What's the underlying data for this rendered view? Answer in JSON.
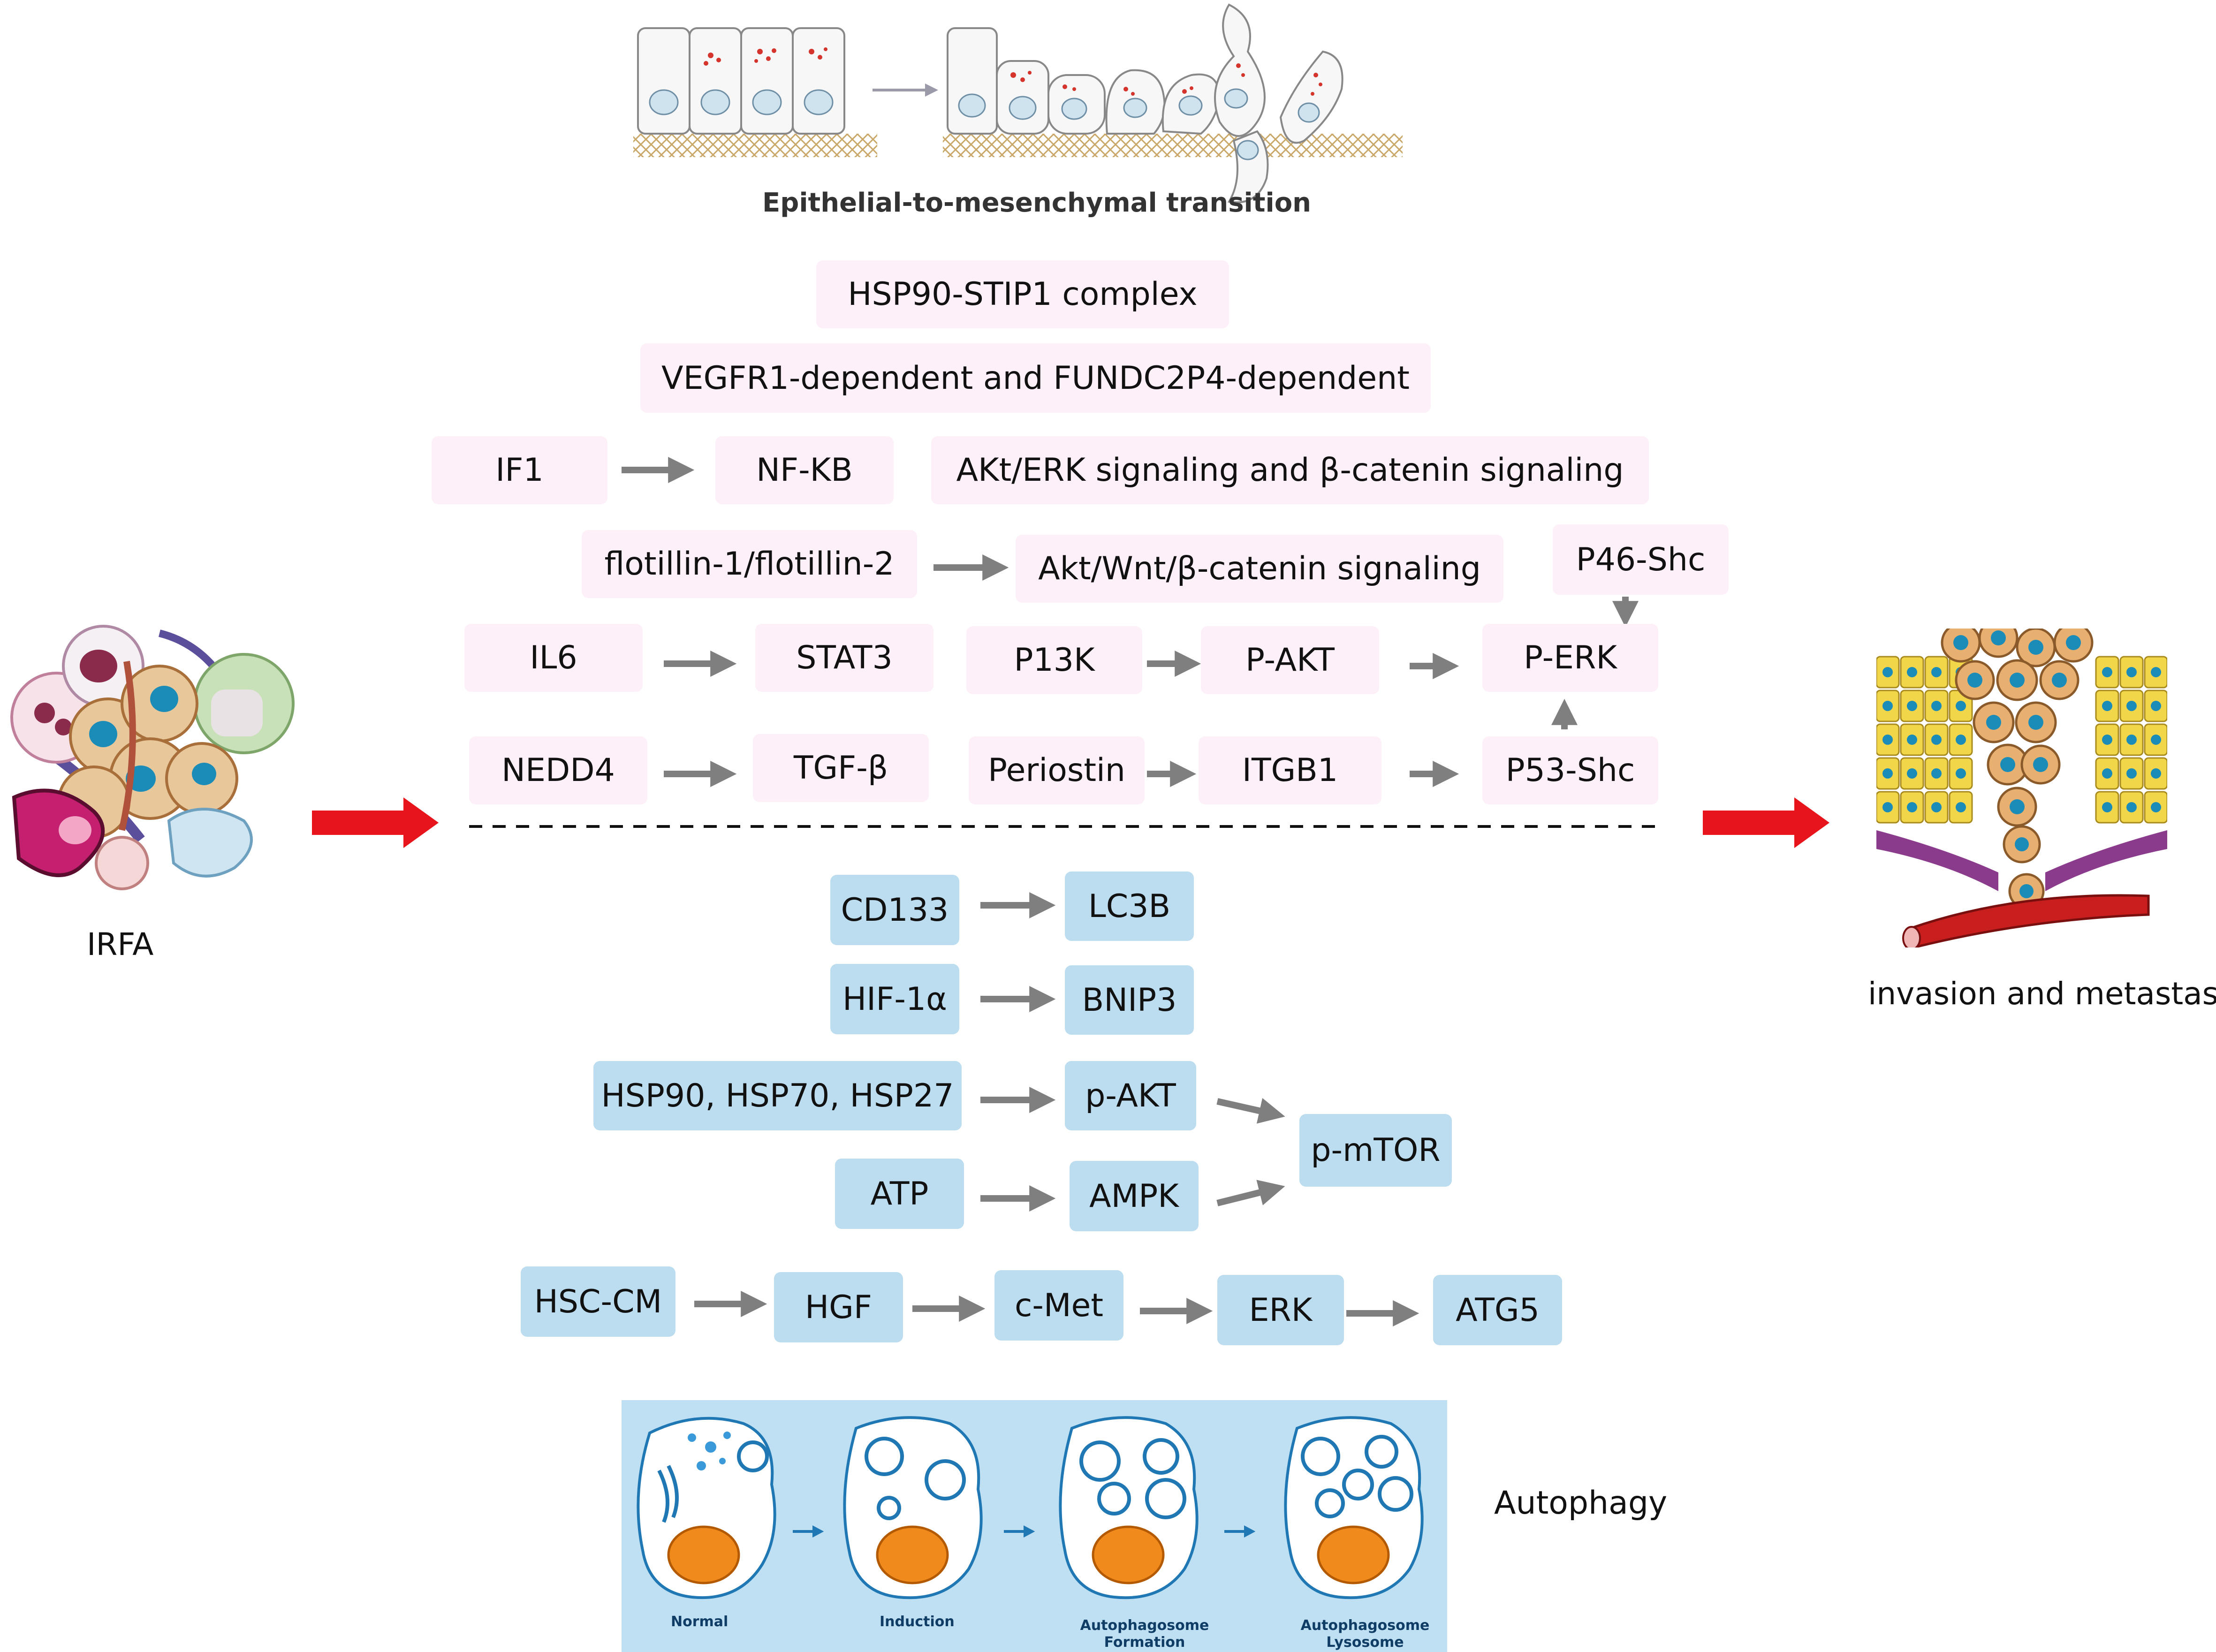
{
  "labels": {
    "emt": "Epithelial-to-mesenchymal transition",
    "irfa": "IRFA",
    "invasion": "invasion and metastasis",
    "autophagy": "Autophagy"
  },
  "autophagy_stages": [
    "Normal",
    "Induction",
    "Autophagosome Formation",
    "Autophagosome Lysosome Fusion"
  ],
  "emt_nodes": {
    "hsp90_stip1": "HSP90-STIP1 complex",
    "vegfr1": "VEGFR1-dependent and FUNDC2P4-dependent",
    "if1": "IF1",
    "nfkb": "NF-KB",
    "akt_erk": "AKt/ERK signaling and  β-catenin signaling",
    "flotillin": "flotillin-1/flotillin-2",
    "akt_wnt": "Akt/Wnt/β-catenin signaling",
    "p46shc": "P46-Shc",
    "il6": "IL6",
    "stat3": "STAT3",
    "p13k": "P13K",
    "pakt": "P-AKT",
    "perk": "P-ERK",
    "nedd4": "NEDD4",
    "tgfb": "TGF-β",
    "periostin": "Periostin",
    "itgb1": "ITGB1",
    "p53shc": "P53-Shc"
  },
  "autophagy_nodes": {
    "cd133": "CD133",
    "lc3b": "LC3B",
    "hif1a": "HIF-1α",
    "bnip3": "BNIP3",
    "hsps": "HSP90, HSP70, HSP27",
    "pakt2": "p-AKT",
    "pmtor": "p-mTOR",
    "atp": "ATP",
    "ampk": "AMPK",
    "hsccm": "HSC-CM",
    "hgf": "HGF",
    "cmet": "c-Met",
    "erk": "ERK",
    "atg5": "ATG5"
  },
  "colors": {
    "pink_box": "#fdf0f8",
    "blue_box": "#bcdcef",
    "red_arrow": "#e8141b",
    "gray_arrow": "#7f7f7f",
    "autophagy_bg": "#bfe0f2"
  }
}
